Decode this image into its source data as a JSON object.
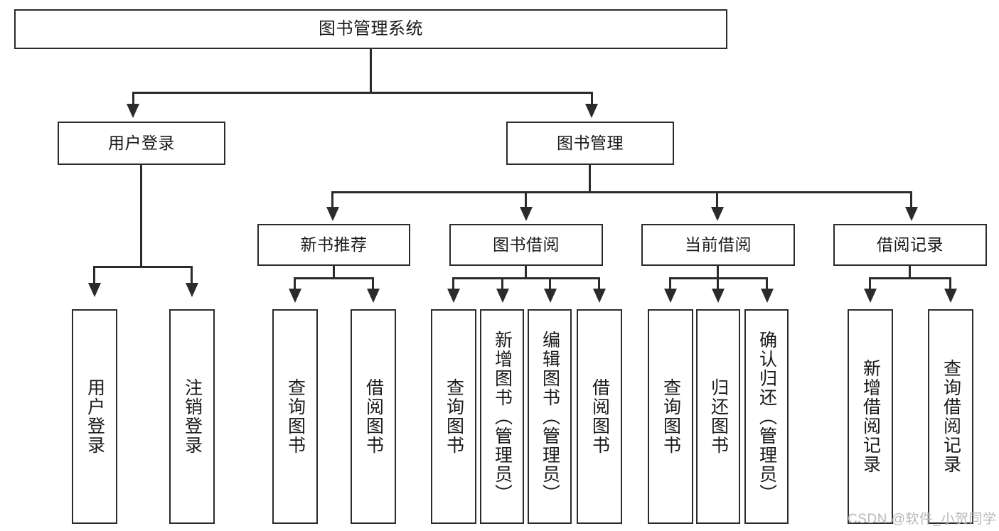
{
  "diagram": {
    "title": "图书管理系统",
    "root": {
      "label": "图书管理系统"
    },
    "level2": [
      {
        "label": "用户登录"
      },
      {
        "label": "图书管理"
      }
    ],
    "level3": [
      {
        "label": "新书推荐"
      },
      {
        "label": "图书借阅"
      },
      {
        "label": "当前借阅"
      },
      {
        "label": "借阅记录"
      }
    ],
    "leaves": {
      "user_login": [
        {
          "label": "用户登录"
        },
        {
          "label": "注销登录"
        }
      ],
      "new_book_recommend": [
        {
          "label": "查询图书"
        },
        {
          "label": "借阅图书"
        }
      ],
      "book_borrow": [
        {
          "label": "查询图书"
        },
        {
          "label": "新增图书（管理员）"
        },
        {
          "label": "编辑图书（管理员）"
        },
        {
          "label": "借阅图书"
        }
      ],
      "current_borrow": [
        {
          "label": "查询图书"
        },
        {
          "label": "归还图书"
        },
        {
          "label": "确认归还（管理员）"
        }
      ],
      "borrow_record": [
        {
          "label": "新增借阅记录"
        },
        {
          "label": "查询借阅记录"
        }
      ]
    }
  },
  "watermark": {
    "text": "CSDN @软件_小贺同学",
    "color": "#b8b8b8"
  },
  "style": {
    "stroke": "#2b2b2b",
    "background": "#ffffff",
    "text_color": "#1a1a1a"
  }
}
